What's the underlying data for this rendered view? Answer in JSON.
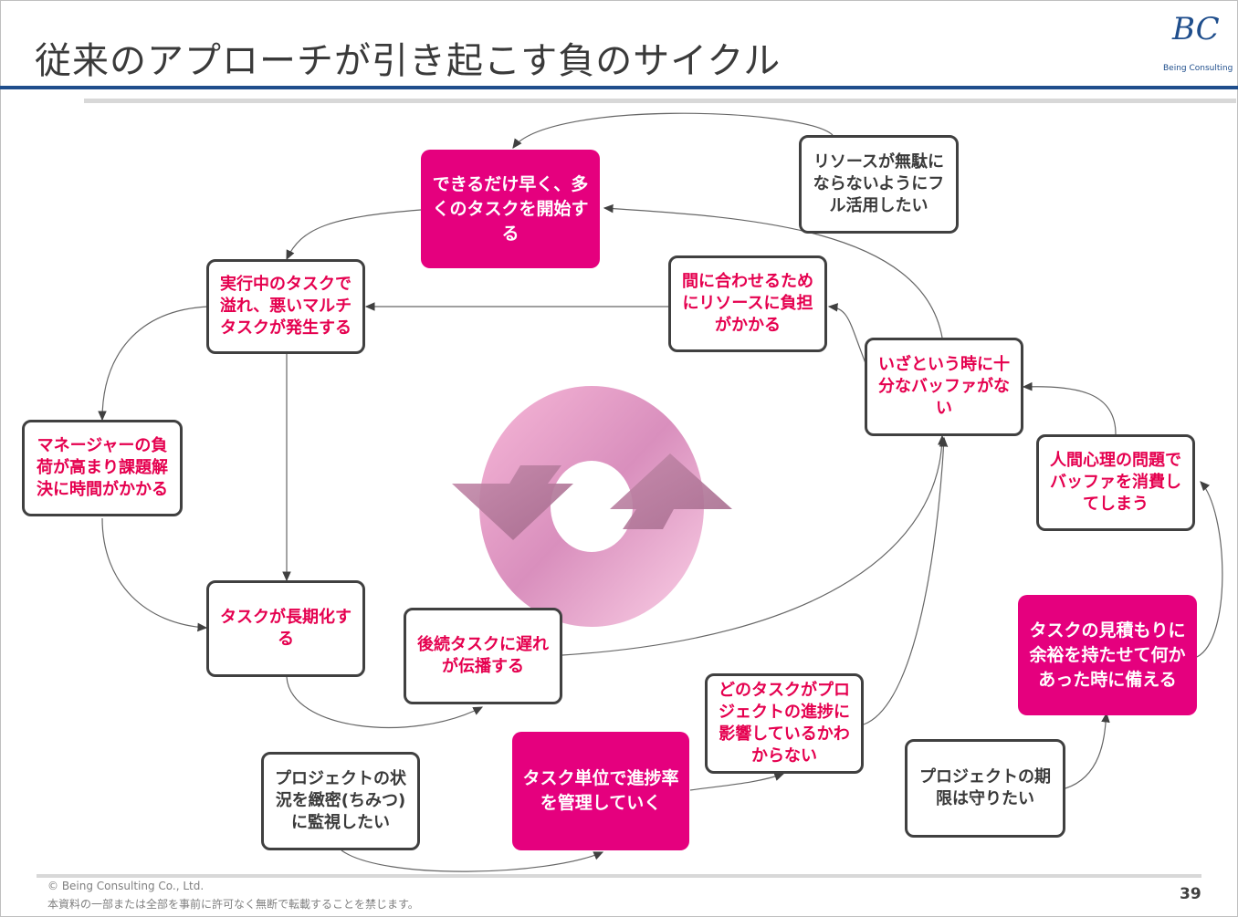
{
  "slide": {
    "title": "従来のアプローチが引き起こす負のサイクル",
    "logo_mark": "BC",
    "logo_text": "Being Consulting",
    "copyright": "© Being Consulting Co., Ltd.",
    "notice": "本資料の一部または全部を事前に許可なく無断で転載することを禁じます。",
    "page_number": "39"
  },
  "colors": {
    "accent": "#e5007e",
    "red_text": "#e5004f",
    "title_bar": "#1f4e8c",
    "box_border": "#404040"
  },
  "nodes": {
    "start_tasks": "できるだけ早く、多くのタスクを開始する",
    "resource_full_use": "リソースが無駄にならないようにフル活用したい",
    "multitask": "実行中のタスクで溢れ、悪いマルチタスクが発生する",
    "resource_burden": "間に合わせるためにリソースに負担がかかる",
    "no_buffer": "いざという時に十分なバッファがない",
    "manager_load": "マネージャーの負荷が高まり課題解決に時間がかかる",
    "human_psychology": "人間心理の問題でバッファを消費してしまう",
    "task_longer": "タスクが長期化する",
    "delay_spread": "後続タスクに遅れが伝播する",
    "estimate_margin": "タスクの見積もりに余裕を持たせて何かあった時に備える",
    "unknown_progress": "どのタスクがプロジェクトの進捗に影響しているかわからない",
    "monitor_closely": "プロジェクトの状況を緻密(ちみつ)に監視したい",
    "manage_by_task": "タスク単位で進捗率を管理していく",
    "keep_deadline": "プロジェクトの期限は守りたい"
  }
}
